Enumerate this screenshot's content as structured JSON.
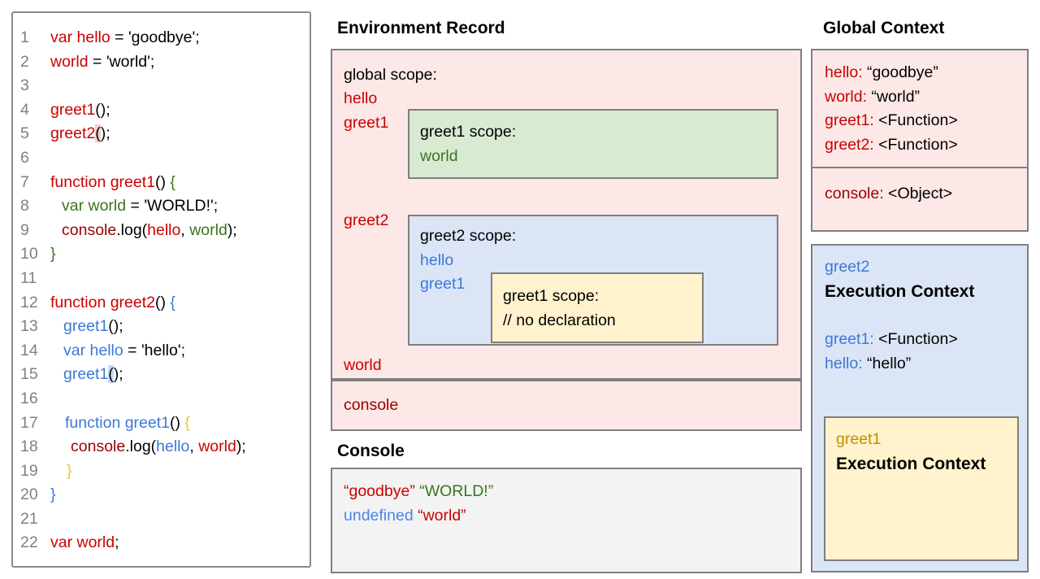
{
  "colors": {
    "code_red": "#cc0000",
    "code_dark_red": "#990000",
    "code_green": "#38761d",
    "code_blue": "#3c78d8",
    "code_light_blue": "#4a86e8",
    "code_yellow": "#f1c232",
    "gold_text": "#bf9000",
    "pink_bg": "#fce8e6",
    "green_bg": "#d9ead3",
    "blue_bg": "#dbe5f6",
    "yellow_bg": "#fff2cc",
    "console_bg": "#f3f3f3",
    "box_border": "#7f7f7f",
    "line_number_gray": "#808080",
    "highlight_pink": "#f5cbcb",
    "highlight_blue": "#c9daf8"
  },
  "code_panel": {
    "lines": [
      {
        "n": "1",
        "ind": 0,
        "tokens": [
          {
            "t": "var hello",
            "c": "red"
          },
          {
            "t": " = 'goodbye';",
            "c": "black"
          }
        ]
      },
      {
        "n": "2",
        "ind": 0,
        "tokens": [
          {
            "t": "world",
            "c": "red"
          },
          {
            "t": " = 'world';",
            "c": "black"
          }
        ]
      },
      {
        "n": "3",
        "ind": 0,
        "tokens": []
      },
      {
        "n": "4",
        "ind": 0,
        "tokens": [
          {
            "t": "greet1",
            "c": "red"
          },
          {
            "t": "();",
            "c": "black"
          }
        ]
      },
      {
        "n": "5",
        "ind": 0,
        "tokens": [
          {
            "t": "greet2",
            "c": "red"
          },
          {
            "t": "(",
            "c": "black",
            "hl": "pink"
          },
          {
            "t": ");",
            "c": "black"
          }
        ]
      },
      {
        "n": "6",
        "ind": 0,
        "tokens": []
      },
      {
        "n": "7",
        "ind": 0,
        "tokens": [
          {
            "t": "function greet1",
            "c": "red"
          },
          {
            "t": "() ",
            "c": "black"
          },
          {
            "t": "{",
            "c": "green"
          }
        ]
      },
      {
        "n": "8",
        "ind": 14,
        "tokens": [
          {
            "t": "var world",
            "c": "green"
          },
          {
            "t": " = 'WORLD!';",
            "c": "black"
          }
        ]
      },
      {
        "n": "9",
        "ind": 14,
        "tokens": [
          {
            "t": "console",
            "c": "dark_red"
          },
          {
            "t": ".log(",
            "c": "black"
          },
          {
            "t": "hello",
            "c": "red"
          },
          {
            "t": ", ",
            "c": "black"
          },
          {
            "t": "world",
            "c": "green"
          },
          {
            "t": ");",
            "c": "black"
          }
        ]
      },
      {
        "n": "10",
        "ind": 0,
        "tokens": [
          {
            "t": "}",
            "c": "green"
          }
        ]
      },
      {
        "n": "11",
        "ind": 0,
        "tokens": []
      },
      {
        "n": "12",
        "ind": 0,
        "tokens": [
          {
            "t": "function greet2",
            "c": "red"
          },
          {
            "t": "() ",
            "c": "black"
          },
          {
            "t": "{",
            "c": "blue"
          }
        ]
      },
      {
        "n": "13",
        "ind": 16,
        "tokens": [
          {
            "t": "greet1",
            "c": "blue"
          },
          {
            "t": "();",
            "c": "black"
          }
        ]
      },
      {
        "n": "14",
        "ind": 16,
        "tokens": [
          {
            "t": "var hello",
            "c": "blue"
          },
          {
            "t": " = 'hello';",
            "c": "black"
          }
        ]
      },
      {
        "n": "15",
        "ind": 16,
        "tokens": [
          {
            "t": "greet1",
            "c": "blue"
          },
          {
            "t": "(",
            "c": "black",
            "hl": "blue"
          },
          {
            "t": ");",
            "c": "black"
          }
        ]
      },
      {
        "n": "16",
        "ind": 0,
        "tokens": []
      },
      {
        "n": "17",
        "ind": 18,
        "tokens": [
          {
            "t": "function greet1",
            "c": "blue"
          },
          {
            "t": "() ",
            "c": "black"
          },
          {
            "t": "{",
            "c": "yellow"
          }
        ]
      },
      {
        "n": "18",
        "ind": 25,
        "tokens": [
          {
            "t": "console",
            "c": "dark_red"
          },
          {
            "t": ".log(",
            "c": "black"
          },
          {
            "t": "hello",
            "c": "blue"
          },
          {
            "t": ", ",
            "c": "black"
          },
          {
            "t": "world",
            "c": "red"
          },
          {
            "t": ");",
            "c": "black"
          }
        ]
      },
      {
        "n": "19",
        "ind": 20,
        "tokens": [
          {
            "t": "}",
            "c": "yellow"
          }
        ]
      },
      {
        "n": "20",
        "ind": 0,
        "tokens": [
          {
            "t": "}",
            "c": "blue"
          }
        ]
      },
      {
        "n": "21",
        "ind": 0,
        "tokens": []
      },
      {
        "n": "22",
        "ind": 0,
        "tokens": [
          {
            "t": "var world",
            "c": "red"
          },
          {
            "t": ";",
            "c": "black"
          }
        ]
      }
    ]
  },
  "environment_record": {
    "title": "Environment Record",
    "global_box": {
      "label": "global scope:",
      "var_hello": "hello",
      "var_greet1": "greet1",
      "var_greet2": "greet2",
      "var_world": "world",
      "greet1_scope": {
        "label": "greet1 scope:",
        "var_world": "world"
      },
      "greet2_scope": {
        "label": "greet2 scope:",
        "var_hello": "hello",
        "var_greet1": "greet1",
        "inner_greet1_scope": {
          "label": "greet1 scope:",
          "comment": "// no declaration"
        }
      }
    },
    "console_box": {
      "label": "console"
    }
  },
  "console_panel": {
    "title": "Console",
    "line1": [
      {
        "t": "“goodbye”",
        "c": "red"
      },
      {
        "t": " ",
        "c": "black"
      },
      {
        "t": "“WORLD!”",
        "c": "green"
      }
    ],
    "line2": [
      {
        "t": "undefined",
        "c": "light_blue"
      },
      {
        "t": " ",
        "c": "black"
      },
      {
        "t": "“world”",
        "c": "red"
      }
    ]
  },
  "global_context": {
    "title": "Global Context",
    "entries": [
      [
        {
          "t": "hello:",
          "c": "red"
        },
        {
          "t": " “goodbye”",
          "c": "black"
        }
      ],
      [
        {
          "t": "world:",
          "c": "red"
        },
        {
          "t": " “world”",
          "c": "black"
        }
      ],
      [
        {
          "t": "greet1:",
          "c": "red"
        },
        {
          "t": " <Function>",
          "c": "black"
        }
      ],
      [
        {
          "t": "greet2:",
          "c": "red"
        },
        {
          "t": " <Function>",
          "c": "black"
        }
      ]
    ],
    "console_entry": [
      {
        "t": "console:",
        "c": "dark_red"
      },
      {
        "t": " <Object>",
        "c": "black"
      }
    ]
  },
  "greet2_context": {
    "name": "greet2",
    "title": "Execution Context",
    "entries": [
      [
        {
          "t": "greet1:",
          "c": "blue"
        },
        {
          "t": " <Function>",
          "c": "black"
        }
      ],
      [
        {
          "t": "hello:",
          "c": "blue"
        },
        {
          "t": " “hello”",
          "c": "black"
        }
      ]
    ],
    "greet1_context": {
      "name": "greet1",
      "title": "Execution Context"
    }
  }
}
